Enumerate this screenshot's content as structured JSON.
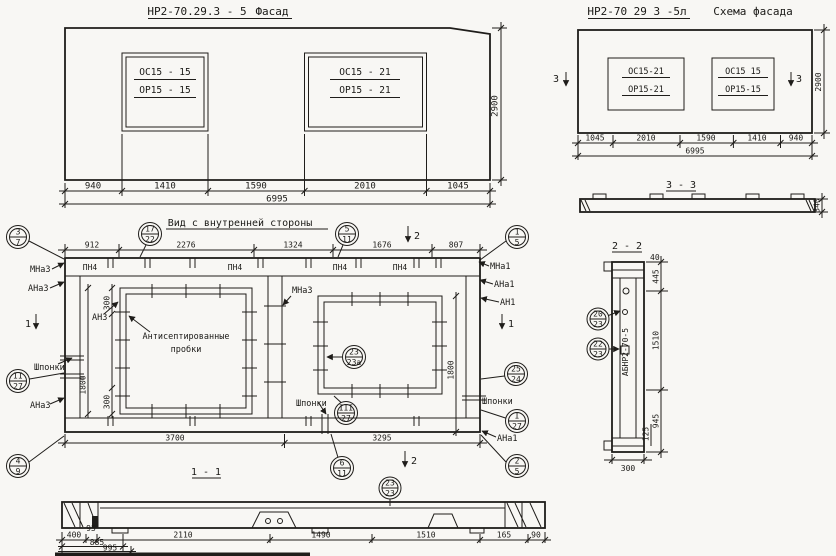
{
  "page": {
    "background": "#f8f7f4",
    "ink": "#1f1d1a"
  },
  "facade": {
    "title": "НР2-70.29.3 - 5",
    "subtitle": "Фасад",
    "win1_top": "ОС15 - 15",
    "win1_bot": "ОР15 - 15",
    "win2_top": "ОС15 - 21",
    "win2_bot": "ОР15 - 21",
    "dims": [
      "940",
      "1410",
      "1590",
      "2010",
      "1045"
    ],
    "total": "6995",
    "height": "2900"
  },
  "scheme": {
    "title": "НР2-70 29 3 -5л",
    "subtitle": "Схема фасада",
    "win1_top": "ОС15-21",
    "win1_bot": "ОР15-21",
    "win2_top": "ОС15 15",
    "win2_bot": "ОР15-15",
    "dims": [
      "1045",
      "2010",
      "1590",
      "1410",
      "940"
    ],
    "total": "6995",
    "height": "2900",
    "marker": "3"
  },
  "section33": {
    "title": "3 - 3",
    "dim": "340"
  },
  "innerview": {
    "title": "Вид с внутренней стороны",
    "dims_top": [
      "912",
      "2276",
      "1324",
      "1676",
      "807"
    ],
    "dims_bottom": [
      "3700",
      "3295"
    ],
    "pn4": "ПН4",
    "marker1": "1",
    "marker2": "2",
    "dim300": "300",
    "dim1800": "1800",
    "labels": {
      "mna3": "МНа3",
      "ana3": "АНа3",
      "an3": "АН3",
      "shponki": "Шпонки",
      "probki1": "Антисептированные",
      "probki2": "пробки",
      "mna1": "МНа1",
      "ana1": "АНа1",
      "an1": "АН1"
    },
    "callouts": {
      "c3_7": [
        "3",
        "7"
      ],
      "c17_22": [
        "17",
        "22"
      ],
      "c5_11": [
        "5",
        "11"
      ],
      "c1_5": [
        "1",
        "5"
      ],
      "c23_23a": [
        "23",
        "23а"
      ],
      "c25_24": [
        "25",
        "24"
      ],
      "cII_27": [
        "II",
        "27"
      ],
      "cIII_27": [
        "III",
        "27"
      ],
      "cI_27": [
        "I",
        "27"
      ],
      "c4_9": [
        "4",
        "9"
      ],
      "c6_11": [
        "6",
        "11"
      ],
      "c2_5": [
        "2",
        "5"
      ]
    }
  },
  "section22": {
    "title": "2 - 2",
    "label": "АБНР2-70-5",
    "d40": "40",
    "d445": "445",
    "d1510": "1510",
    "d945": "945",
    "d125": "125",
    "d300": "300",
    "c20_23": [
      "20",
      "23"
    ],
    "c22_23": [
      "22",
      "23"
    ]
  },
  "section11": {
    "title": "1 - 1",
    "c23_23": [
      "23",
      "23"
    ],
    "dims": [
      "400",
      "95",
      "2110",
      "1490",
      "1510",
      "165",
      "90"
    ],
    "dims2": [
      "885",
      "995"
    ]
  }
}
